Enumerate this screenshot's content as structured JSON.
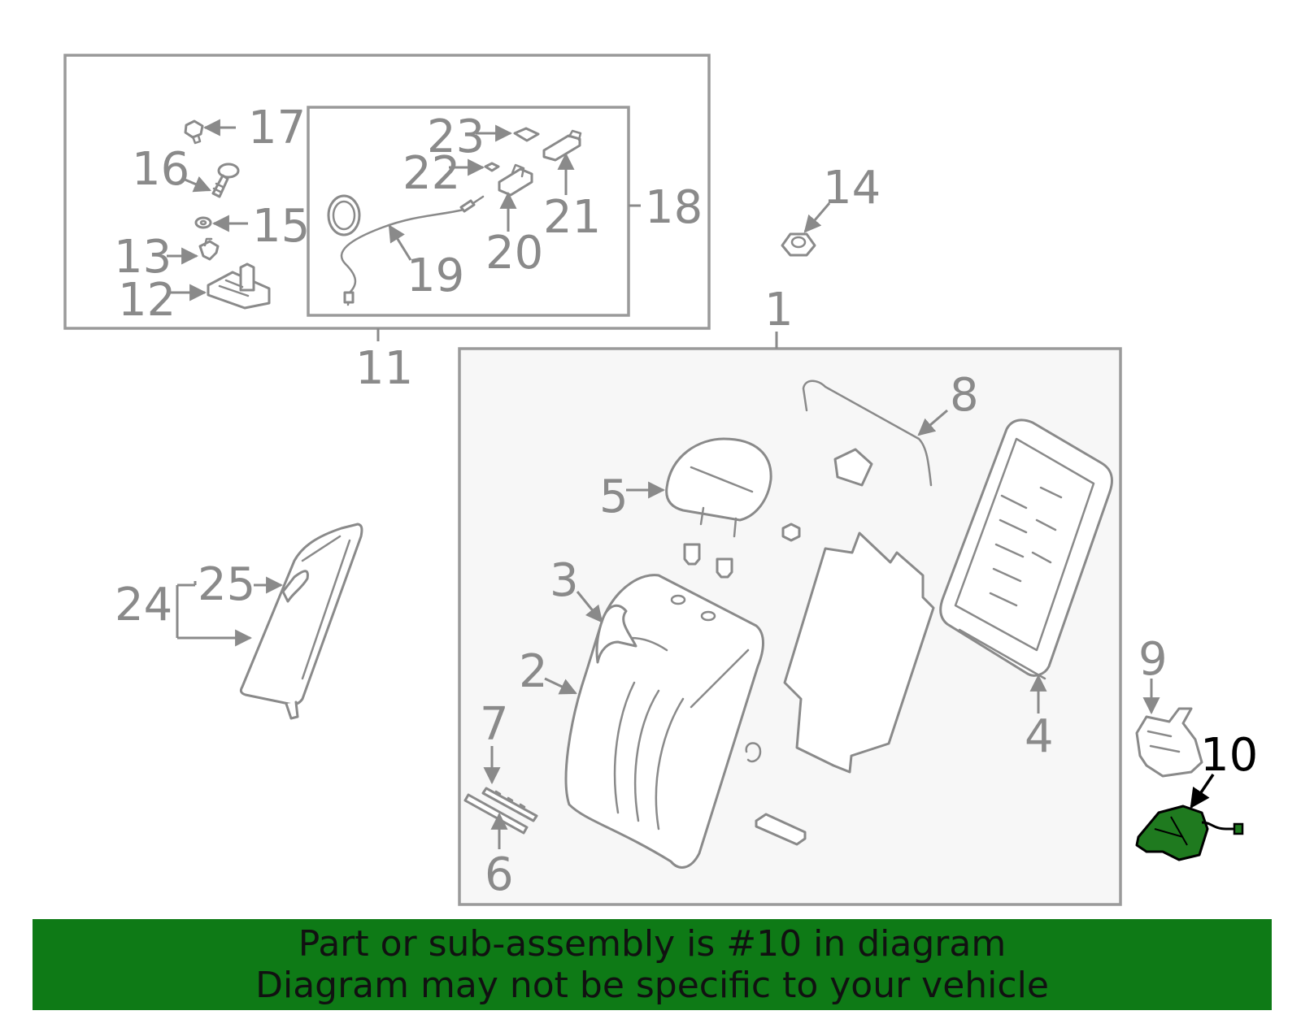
{
  "labels": {
    "l1": "1",
    "l2": "2",
    "l3": "3",
    "l4": "4",
    "l5": "5",
    "l6": "6",
    "l7": "7",
    "l8": "8",
    "l9": "9",
    "l10": "10",
    "l11": "11",
    "l12": "12",
    "l13": "13",
    "l14": "14",
    "l15": "15",
    "l16": "16",
    "l17": "17",
    "l18": "18",
    "l19": "19",
    "l20": "20",
    "l21": "21",
    "l22": "22",
    "l23": "23",
    "l24": "24",
    "l25": "25"
  },
  "highlight": {
    "part_number": "10",
    "color": "#1f7a1f"
  },
  "banner": {
    "line1": "Part or sub-assembly is #10 in diagram",
    "line2": "Diagram may not be specific to your vehicle",
    "color": "#0e7a16"
  }
}
